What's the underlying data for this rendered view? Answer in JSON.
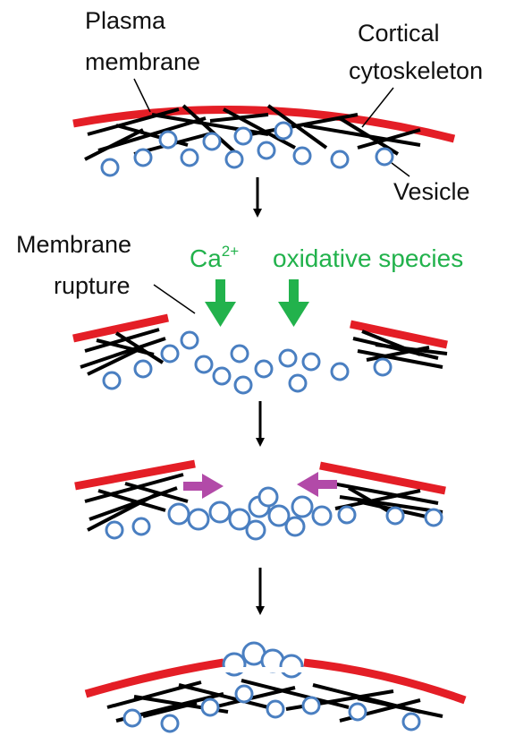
{
  "labels": {
    "plasma_line1": "Plasma",
    "plasma_line2": "membrane",
    "cortical_line1": "Cortical",
    "cortical_line2": "cytoskeleton",
    "vesicle": "Vesicle",
    "rupture_line1": "Membrane",
    "rupture_line2": "rupture",
    "ca_base": "Ca",
    "ca_sup": "2+",
    "oxidative": "oxidative species"
  },
  "colors": {
    "membrane": "#e41e26",
    "cytoskeleton": "#000000",
    "vesicle": "#4a7fc1",
    "influx_arrow": "#22b24c",
    "repair_arrow": "#b24aa8",
    "flow_arrow": "#000000"
  },
  "stages": [
    "intact",
    "rupture",
    "vesicle-fusion",
    "repaired"
  ]
}
